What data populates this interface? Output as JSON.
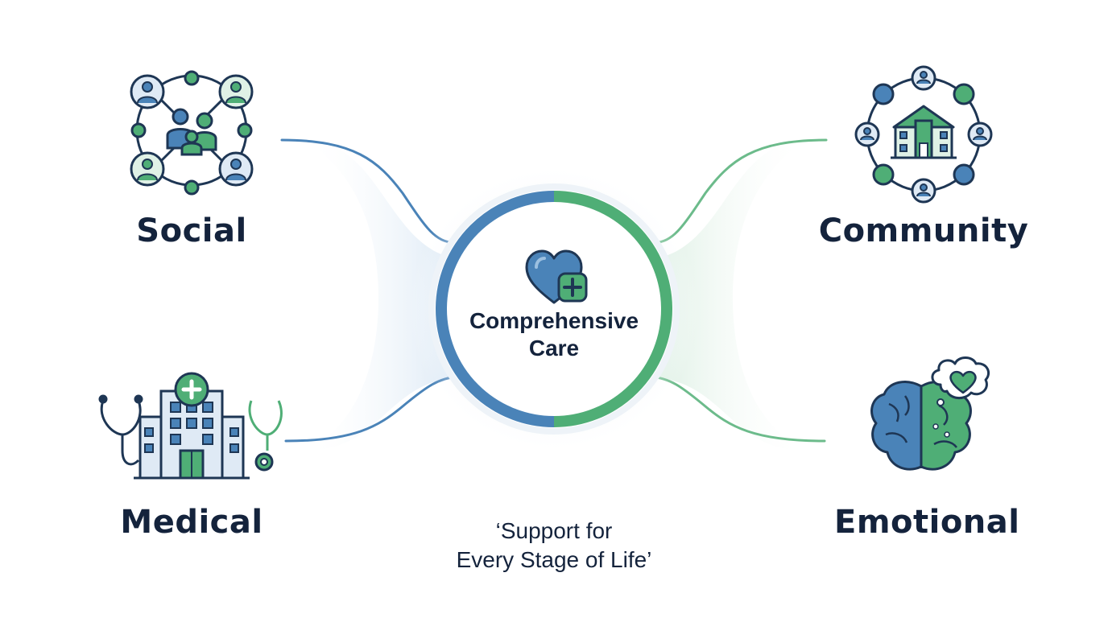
{
  "center": {
    "line1": "Comprehensive",
    "line2": "Care",
    "icon": "heart-plus-icon"
  },
  "categories": [
    {
      "label": "Social",
      "icon": "people-network-icon"
    },
    {
      "label": "Community",
      "icon": "community-building-network-icon"
    },
    {
      "label": "Medical",
      "icon": "hospital-stethoscope-icon"
    },
    {
      "label": "Emotional",
      "icon": "brain-thought-heart-icon"
    }
  ],
  "tagline": {
    "line1": "‘Support for",
    "line2": "Every Stage of Life’"
  },
  "colors": {
    "blue": "#4a83b8",
    "green": "#4fae76",
    "navy": "#1e3654",
    "text": "#14233c",
    "light_blue": "#dfeaf5",
    "light_green": "#dff1e6"
  }
}
